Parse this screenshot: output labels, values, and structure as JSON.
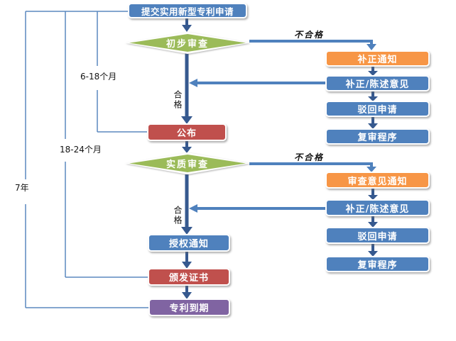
{
  "nodes": {
    "submit": {
      "label": "提交实用新型专利申请",
      "color": "#4f81bd"
    },
    "preliminary": {
      "label": "初步审查",
      "color": "#9bbb59"
    },
    "publish": {
      "label": "公布",
      "color": "#c0504d"
    },
    "substantive": {
      "label": "实质审查",
      "color": "#9bbb59"
    },
    "grant": {
      "label": "授权通知",
      "color": "#4f81bd"
    },
    "certificate": {
      "label": "颁发证书",
      "color": "#c0504d"
    },
    "expire": {
      "label": "专利到期",
      "color": "#8064a2"
    }
  },
  "branch1": [
    {
      "label": "补正通知",
      "color": "#f79646"
    },
    {
      "label": "补正/陈述意见",
      "color": "#4f81bd"
    },
    {
      "label": "驳回申请",
      "color": "#4f81bd"
    },
    {
      "label": "复审程序",
      "color": "#4f81bd"
    }
  ],
  "branch2": [
    {
      "label": "审查意见通知",
      "color": "#f79646"
    },
    {
      "label": "补正/陈述意见",
      "color": "#4f81bd"
    },
    {
      "label": "驳回申请",
      "color": "#4f81bd"
    },
    {
      "label": "复审程序",
      "color": "#4f81bd"
    }
  ],
  "edge_labels": {
    "fail_preliminary": "不合格",
    "pass_preliminary": "合格",
    "fail_substantive": "不合格",
    "pass_substantive": "合格"
  },
  "durations": {
    "publish_time": "6-18个月",
    "certificate_time": "18-24个月",
    "expire_time": "7年"
  },
  "colors": {
    "process_blue": "#4f81bd",
    "notice_orange": "#f79646",
    "milestone_red": "#c0504d",
    "expire_purple": "#8064a2",
    "decision_green": "#9bbb59",
    "main_arrow": "#36598f",
    "branch_line": "#4f81bd",
    "bracket_line": "#5b88bf"
  }
}
